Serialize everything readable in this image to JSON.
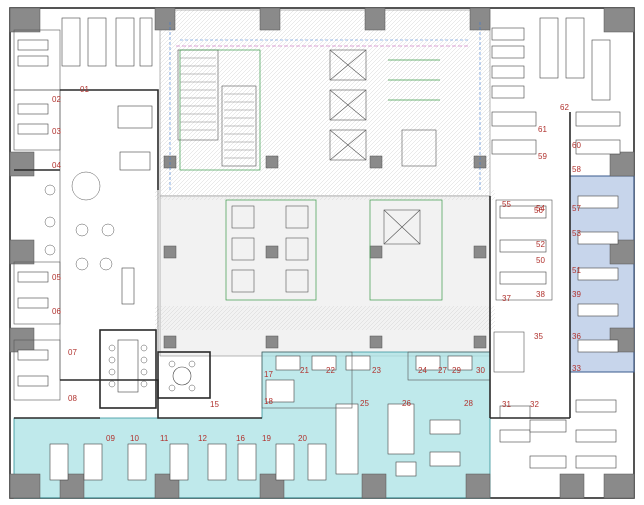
{
  "colors": {
    "teal_zone": "#a9e2e4",
    "blue_zone": "#b9cbe6",
    "wall": "#2a2a2a",
    "label": "#b0322e",
    "core": "#ececec"
  },
  "room_labels": [
    "01",
    "02",
    "03",
    "04",
    "05",
    "06",
    "07",
    "08",
    "09",
    "10",
    "11",
    "12",
    "16",
    "19",
    "20",
    "15",
    "17",
    "18",
    "21",
    "22",
    "23",
    "24",
    "25",
    "26",
    "27",
    "28",
    "29",
    "30",
    "31",
    "32",
    "33",
    "35",
    "36",
    "37",
    "38",
    "39",
    "50",
    "51",
    "52",
    "53",
    "54",
    "55",
    "56",
    "57",
    "58",
    "59",
    "60",
    "61",
    "62"
  ]
}
